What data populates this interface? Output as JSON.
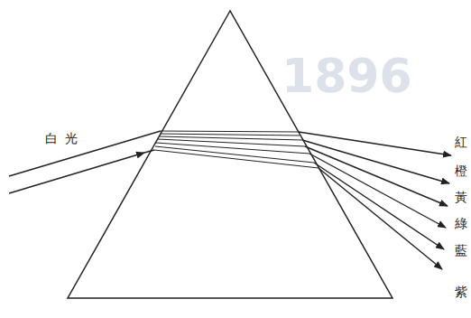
{
  "diagram": {
    "labels": [
      "1896",
      "白光",
      "紅",
      "橙",
      "黃",
      "綠",
      "藍",
      "紫"
    ]
  }
}
